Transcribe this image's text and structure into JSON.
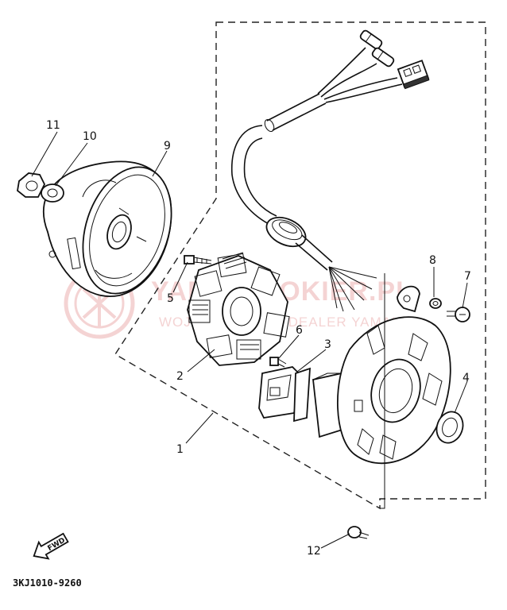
{
  "watermark": {
    "brand": "YAMAHA",
    "line1": "YAMAHA OKIER.PL",
    "line2": "WOJCIK MOTOR | DEALER YAMAHA",
    "color": "#e8a0a0"
  },
  "callouts": {
    "c1": "1",
    "c2": "2",
    "c3": "3",
    "c4": "4",
    "c5": "5",
    "c6": "6",
    "c7": "7",
    "c8": "8",
    "c9": "9",
    "c10": "10",
    "c11": "11",
    "c12": "12"
  },
  "fwd_label": "FWD",
  "diagram_code": "3KJ1010-9260"
}
